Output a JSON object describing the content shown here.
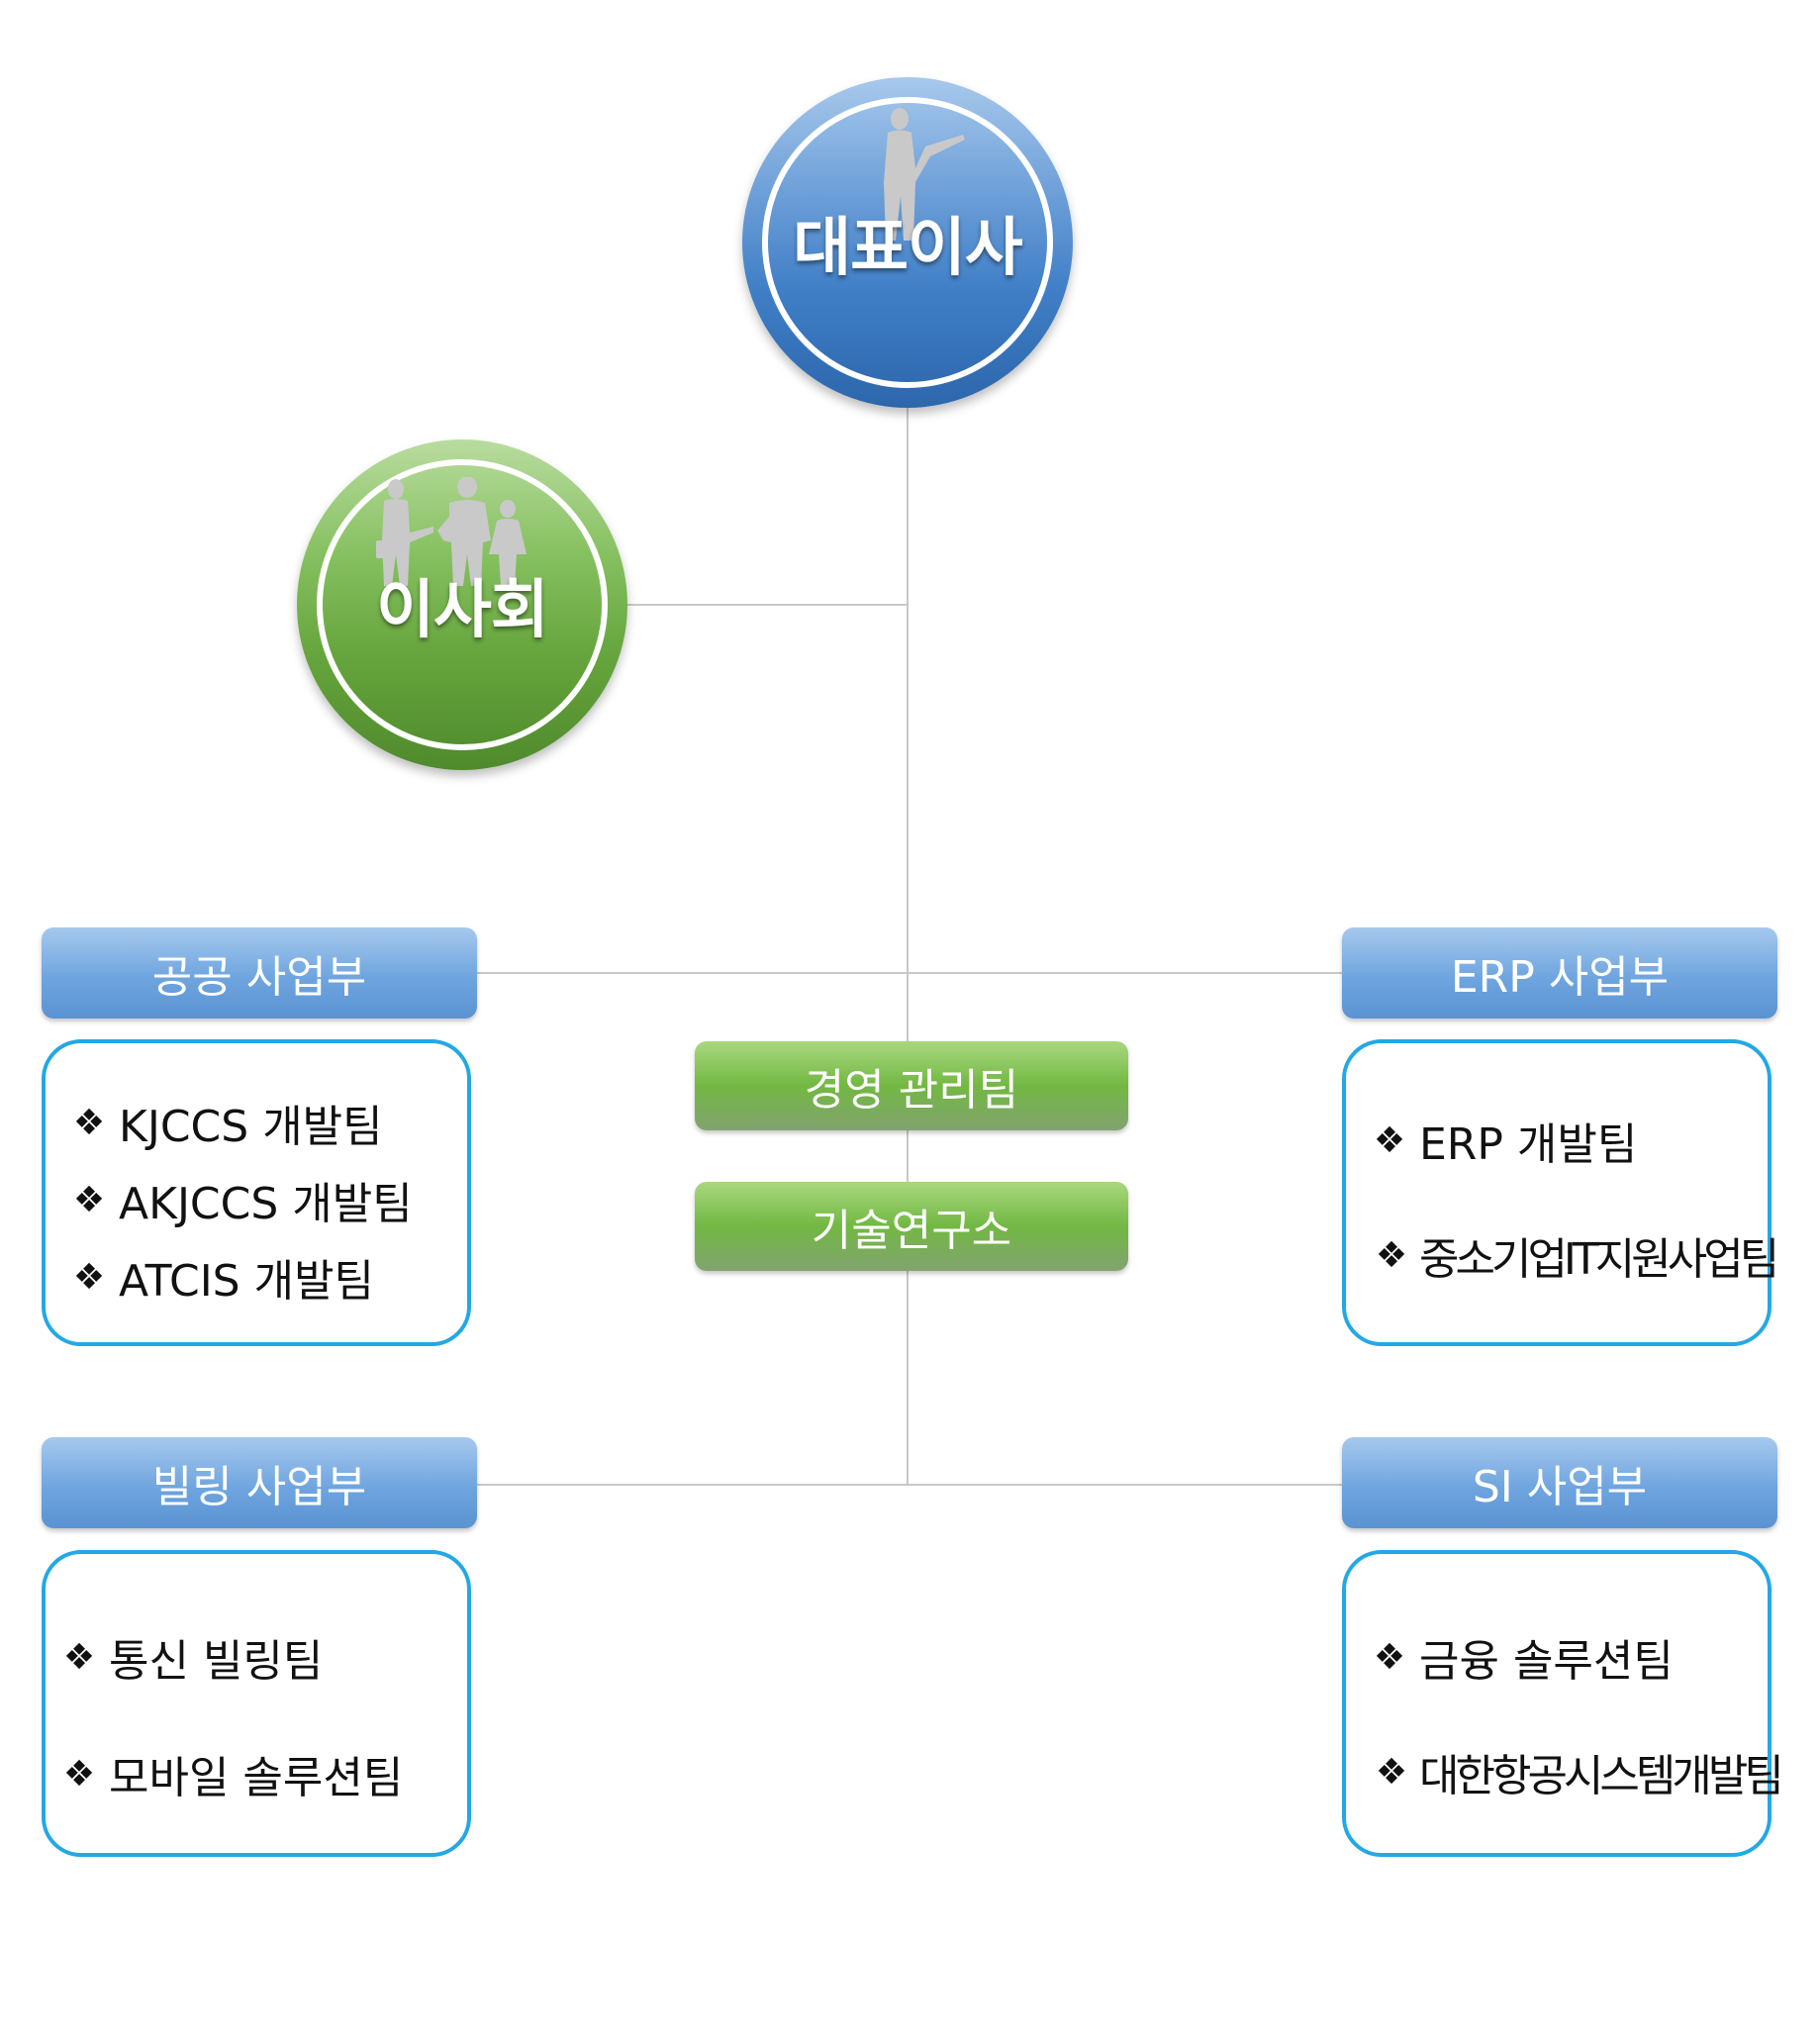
{
  "ceo": {
    "label": "대표이사"
  },
  "board": {
    "label": "이사회"
  },
  "support_units": [
    {
      "label": "경영 관리팀"
    },
    {
      "label": "기술연구소"
    }
  ],
  "divisions": [
    {
      "name": "공공 사업부",
      "teams": [
        "KJCCS 개발팀",
        "AKJCCS 개발팀",
        "ATCIS 개발팀"
      ]
    },
    {
      "name": "ERP 사업부",
      "teams": [
        "ERP 개발팀",
        "중소기업IT지원사업팀"
      ]
    },
    {
      "name": "빌링 사업부",
      "teams": [
        "통신 빌링팀",
        "모바일 솔루션팀"
      ]
    },
    {
      "name": "SI 사업부",
      "teams": [
        "금융 솔루션팀",
        "대한항공시스템개발팀"
      ]
    }
  ],
  "bullet_symbol": "❖",
  "colors": {
    "header_blue": "#6fa5df",
    "support_green": "#72b842",
    "team_border": "#23a8e6",
    "connector": "#c8c8c8"
  }
}
